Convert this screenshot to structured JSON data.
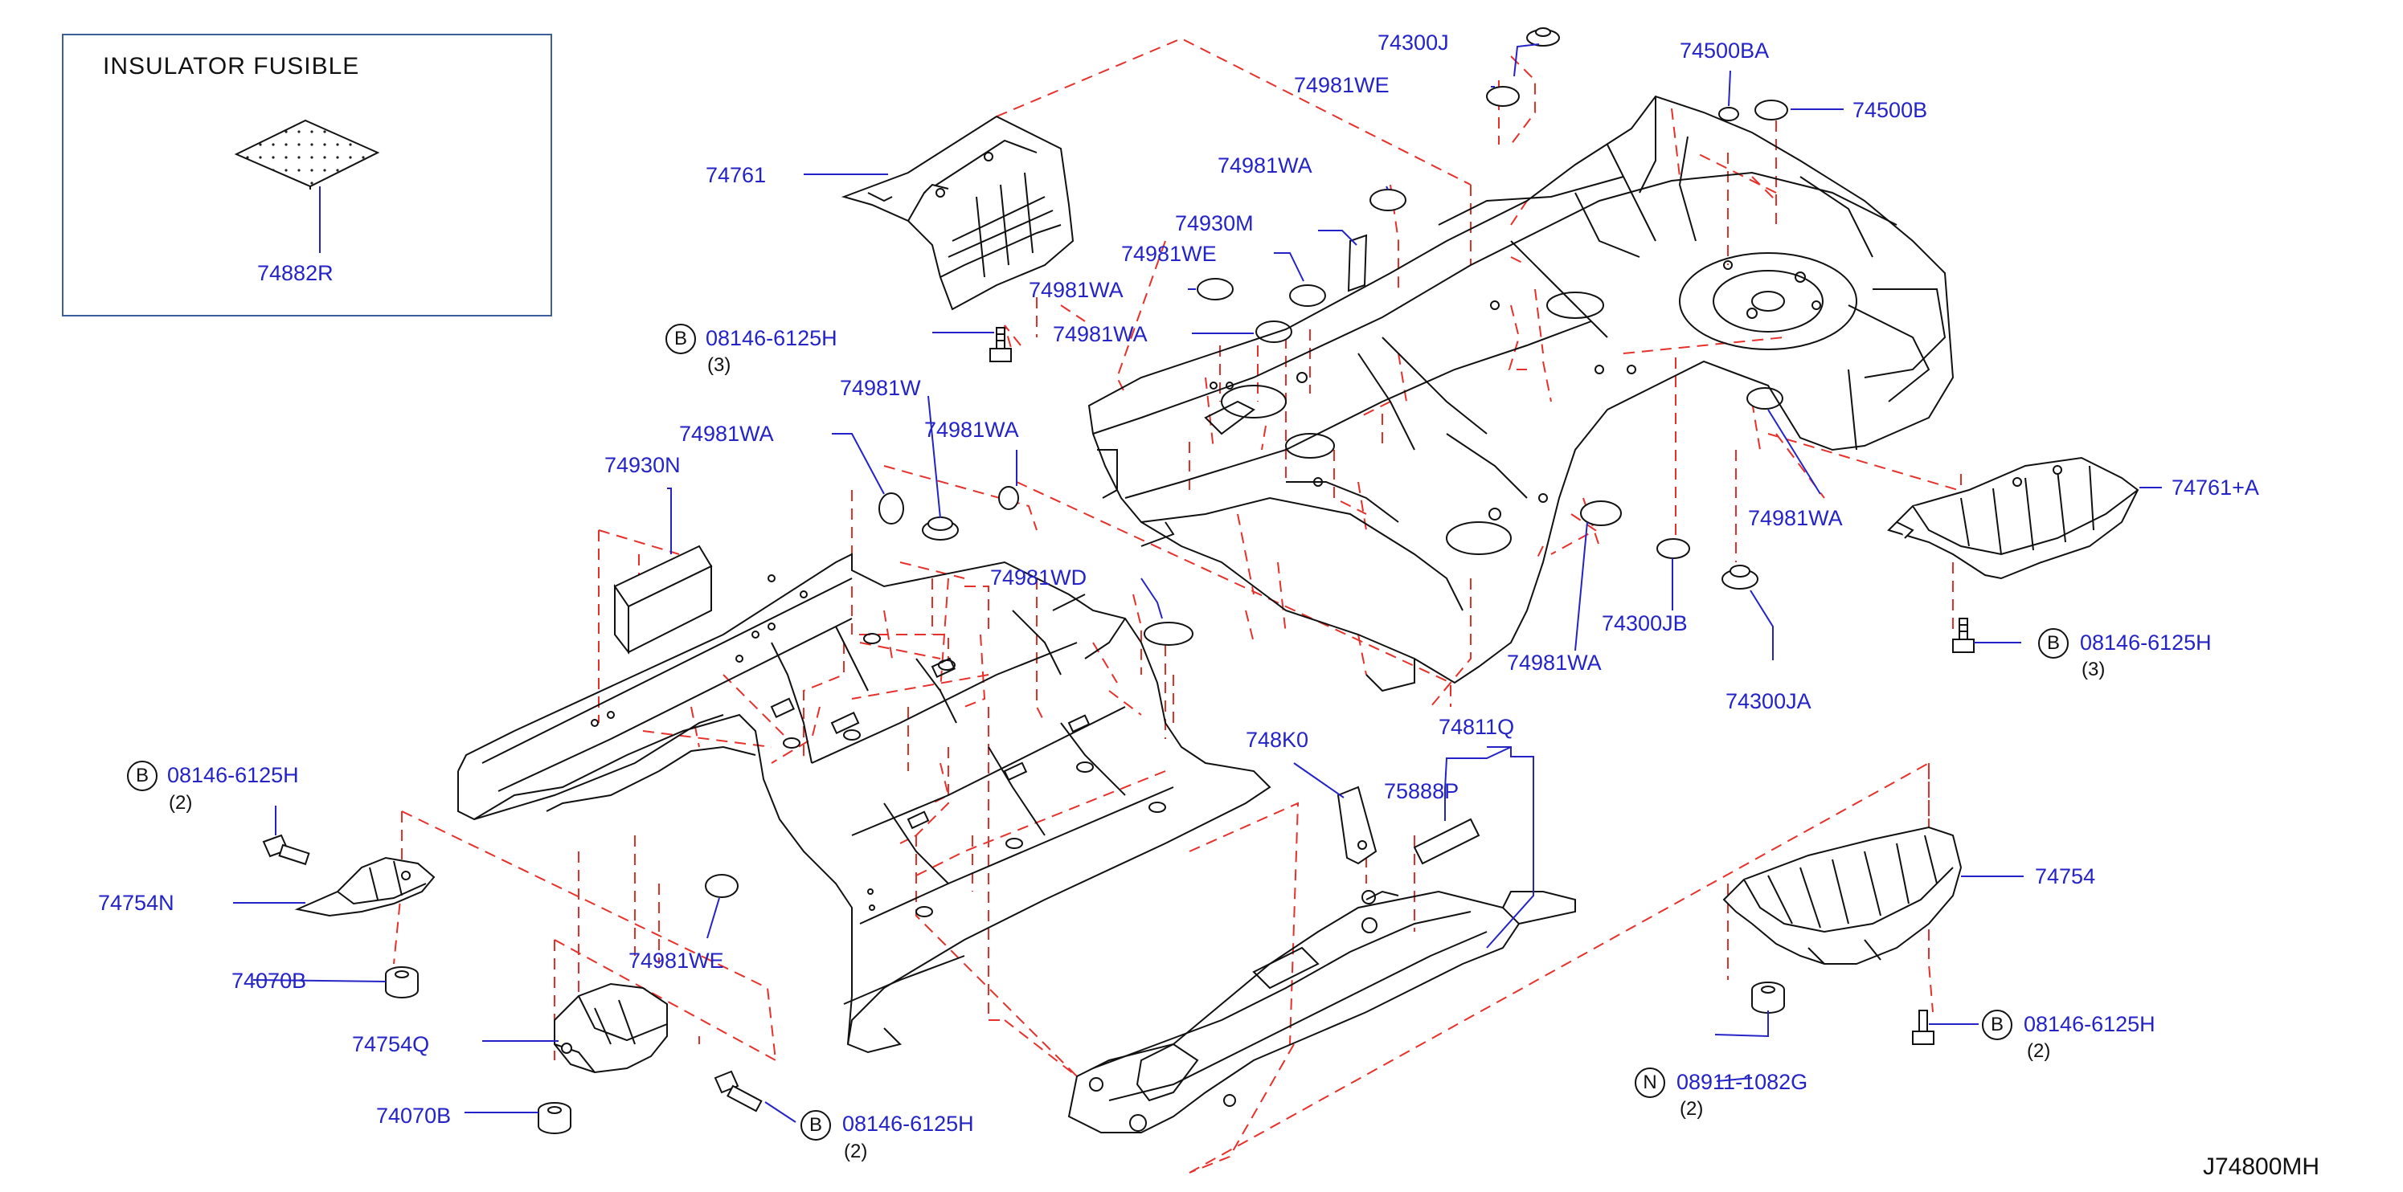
{
  "inset": {
    "title": "INSULATOR  FUSIBLE",
    "part": "74882R"
  },
  "diagram_code": "J74800MH",
  "colors": {
    "label": "#2323c8",
    "leader": "#2323c8",
    "guide": "#e8302a",
    "line": "#111111",
    "box": "#3a5f9a"
  },
  "labels": {
    "p74761": "74761",
    "p74300J": "74300J",
    "p74981WE_top": "74981WE",
    "p74500BA": "74500BA",
    "p74500B": "74500B",
    "p74981WA_a": "74981WA",
    "p74930M": "74930M",
    "p74981WE_b": "74981WE",
    "p74981WA_b": "74981WA",
    "p74981WA_c": "74981WA",
    "p74981W": "74981W",
    "p74981WA_d": "74981WA",
    "p74981WA_e": "74981WA",
    "p74930N": "74930N",
    "p74981WD": "74981WD",
    "p74761A": "74761+A",
    "p74981WA_f": "74981WA",
    "p74300JB": "74300JB",
    "p74981WA_g": "74981WA",
    "p74300JA": "74300JA",
    "p748K0": "748K0",
    "p74811Q": "74811Q",
    "p75888P": "75888P",
    "p74754": "74754",
    "p74754N": "74754N",
    "p74070B_a": "74070B",
    "p74754Q": "74754Q",
    "p74070B_b": "74070B",
    "p74981WE_c": "74981WE"
  },
  "fasteners": {
    "b1": {
      "prefix": "B",
      "part": "08146-6125H",
      "qty": "(3)"
    },
    "b2": {
      "prefix": "B",
      "part": "08146-6125H",
      "qty": "(3)"
    },
    "b3": {
      "prefix": "B",
      "part": "08146-6125H",
      "qty": "(2)"
    },
    "b4": {
      "prefix": "B",
      "part": "08146-6125H",
      "qty": "(2)"
    },
    "b5": {
      "prefix": "B",
      "part": "08146-6125H",
      "qty": "(2)"
    },
    "n1": {
      "prefix": "N",
      "part": "08911-1082G",
      "qty": "(2)"
    }
  }
}
